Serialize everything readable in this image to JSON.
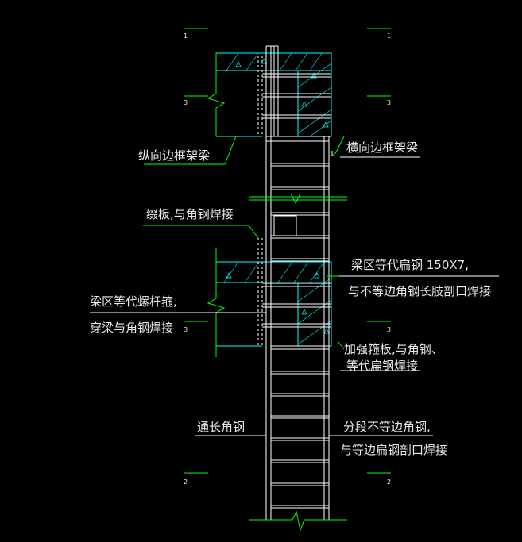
{
  "colors": {
    "background": "#000000",
    "white": "#ffffff",
    "green": "#00ff00",
    "cyan": "#00ffff",
    "text": "#e8e8e8"
  },
  "labels": {
    "longitudinal_beam": "纵向边框架梁",
    "transverse_beam": "横向边框架梁",
    "batten_plate": "缀板,与角钢焊接",
    "flat_steel_line1": "梁区等代扁钢 150X7,",
    "flat_steel_line2": "与不等边角钢长肢剖口焊接",
    "bolt_hoop_line1": "梁区等代螺杆箍,",
    "bolt_hoop_line2": "穿梁与角钢焊接",
    "stiffener_line1": "加强箍板,与角钢、",
    "stiffener_line2": "等代扁钢焊接",
    "through_angle": "通长角钢",
    "segment_line1": "分段不等边角钢,",
    "segment_line2": "与等边扁钢剖口焊接"
  },
  "section_marks": {
    "top_left": "1",
    "top_right": "1",
    "upper_left": "3",
    "upper_right": "3",
    "middle_left": "3",
    "middle_right": "3",
    "bottom_left": "2",
    "bottom_right": "2"
  }
}
